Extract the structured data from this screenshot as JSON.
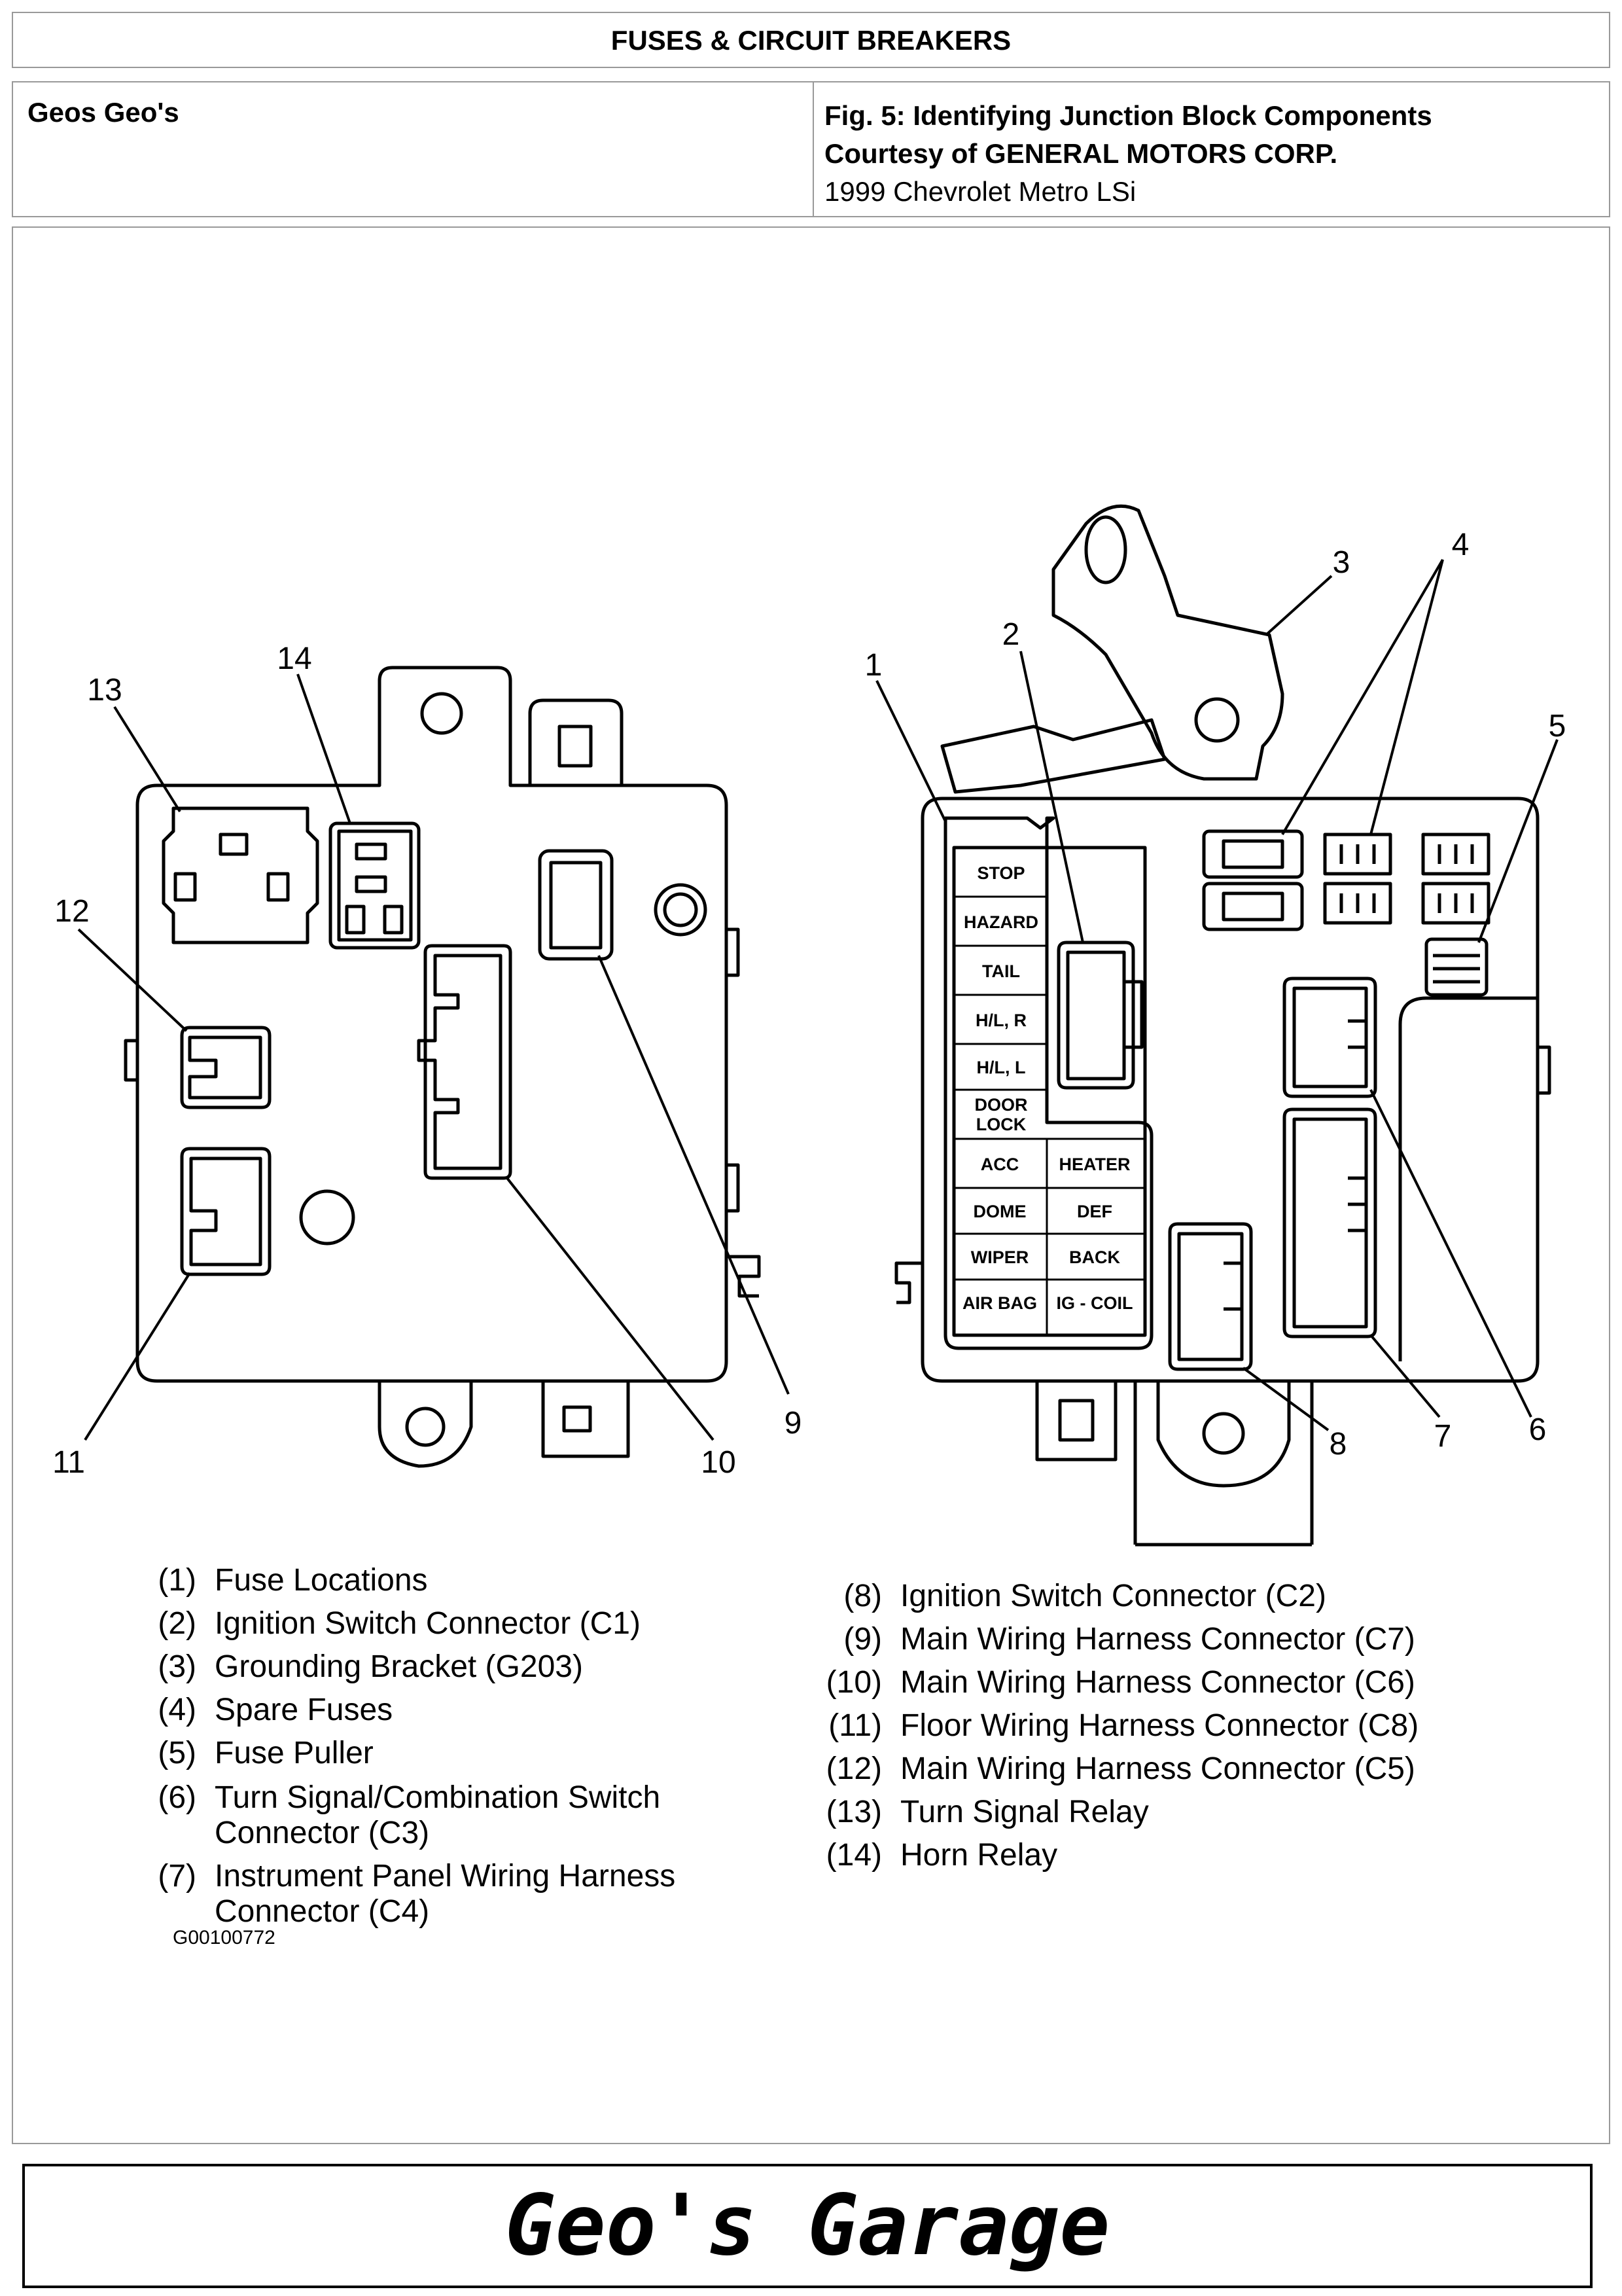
{
  "header": {
    "title": "FUSES & CIRCUIT BREAKERS"
  },
  "subheader": {
    "left": "Geos Geo's",
    "figure_title": "Fig. 5: Identifying Junction Block Components",
    "courtesy": "Courtesy of GENERAL MOTORS CORP.",
    "vehicle": "1999 Chevrolet Metro LSi"
  },
  "fuse_labels": {
    "stop": "STOP",
    "hazard": "HAZARD",
    "tail": "TAIL",
    "hl_r": "H/L, R",
    "hl_l": "H/L, L",
    "door": "DOOR",
    "lock": "LOCK",
    "acc": "ACC",
    "heater": "HEATER",
    "dome": "DOME",
    "def": "DEF",
    "wiper": "WIPER",
    "back": "BACK",
    "airbag": "AIR BAG",
    "igcoil": "IG - COIL"
  },
  "callouts": {
    "n1": "1",
    "n2": "2",
    "n3": "3",
    "n4": "4",
    "n5": "5",
    "n6": "6",
    "n7": "7",
    "n8": "8",
    "n9": "9",
    "n10": "10",
    "n11": "11",
    "n12": "12",
    "n13": "13",
    "n14": "14"
  },
  "legend_left": [
    {
      "num": "(1)",
      "text": "Fuse Locations"
    },
    {
      "num": "(2)",
      "text": "Ignition Switch Connector (C1)"
    },
    {
      "num": "(3)",
      "text": "Grounding Bracket (G203)"
    },
    {
      "num": "(4)",
      "text": "Spare Fuses"
    },
    {
      "num": "(5)",
      "text": "Fuse Puller"
    },
    {
      "num": "(6)",
      "text": "Turn Signal/Combination Switch",
      "text2": "Connector (C3)"
    },
    {
      "num": "(7)",
      "text": "Instrument Panel Wiring Harness",
      "text2": "Connector (C4)"
    }
  ],
  "legend_right": [
    {
      "num": "(8)",
      "text": "Ignition Switch Connector (C2)"
    },
    {
      "num": "(9)",
      "text": "Main Wiring Harness Connector (C7)"
    },
    {
      "num": "(10)",
      "text": "Main Wiring Harness Connector (C6)"
    },
    {
      "num": "(11)",
      "text": "Floor Wiring Harness Connector (C8)"
    },
    {
      "num": "(12)",
      "text": "Main Wiring Harness Connector (C5)"
    },
    {
      "num": "(13)",
      "text": "Turn Signal Relay"
    },
    {
      "num": "(14)",
      "text": "Horn Relay"
    }
  ],
  "figure_id": "G00100772",
  "footer": {
    "brand": "Geo's Garage"
  }
}
